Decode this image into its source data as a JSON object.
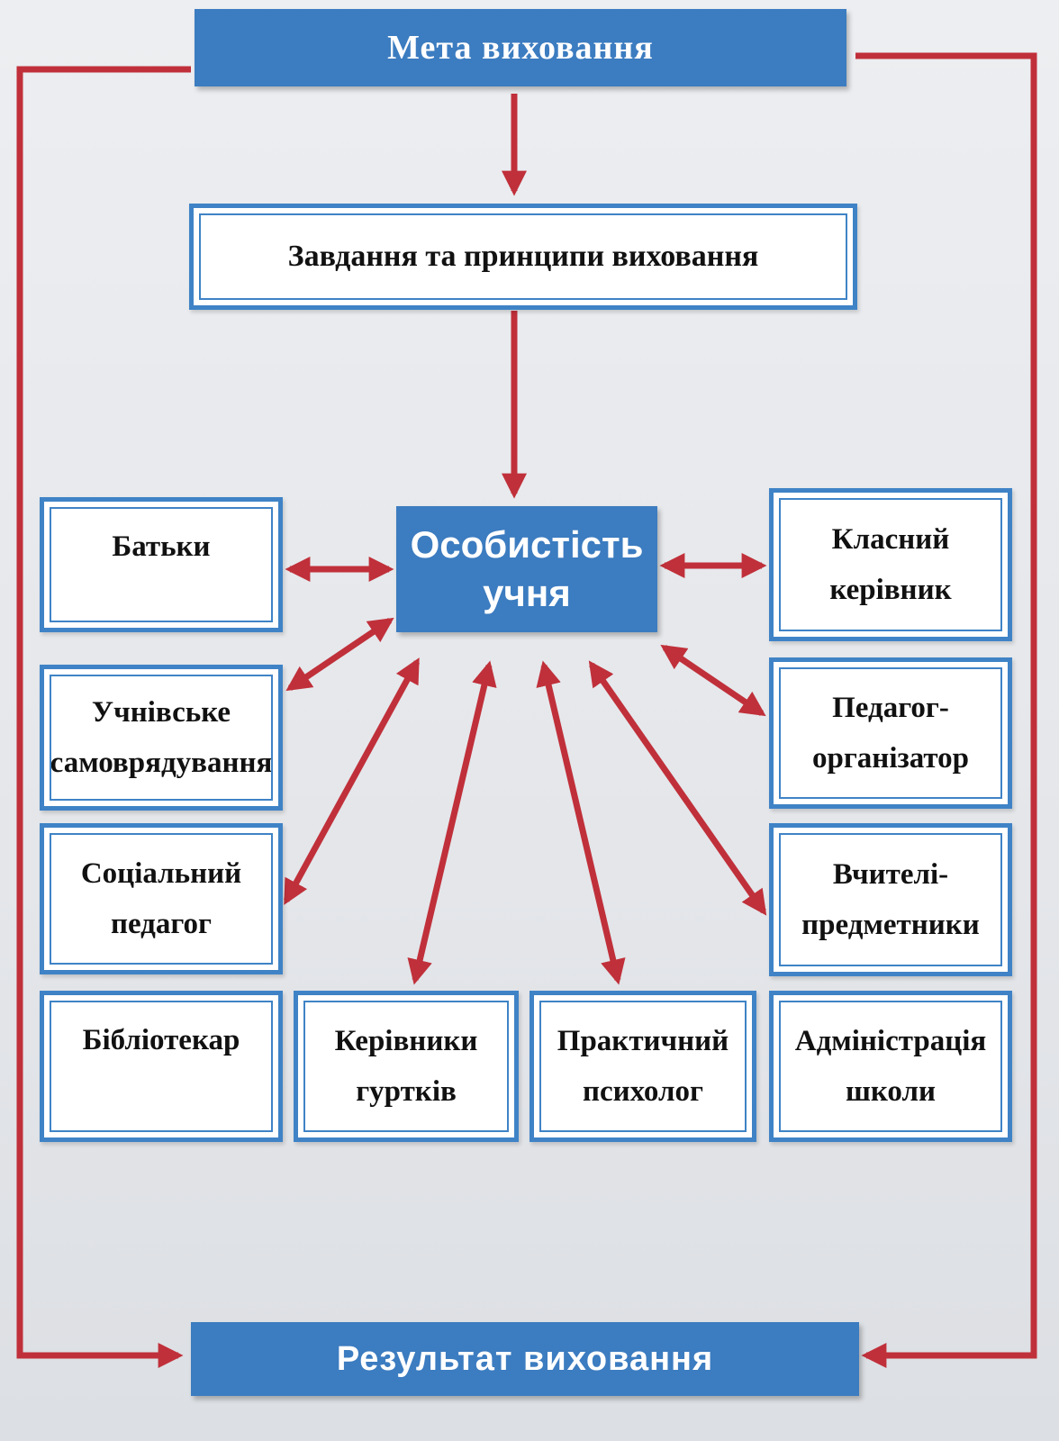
{
  "diagram": {
    "goal": "Мета виховання",
    "tasks": "Завдання та принципи виховання",
    "center": "Особистість\nучня",
    "result": "Результат виховання",
    "nodes": {
      "parents": "Батьки",
      "self_government": "Учнівське\nсамоврядування",
      "social_pedagogue": "Соціальний\nпедагог",
      "librarian": "Бібліотекар",
      "club_leaders": "Керівники\nгуртків",
      "psychologist": "Практичний\nпсихолог",
      "administration": "Адміністрація\nшколи",
      "subject_teachers": "Вчителі-\nпредметники",
      "organizer": "Педагог-\nорганізатор",
      "class_teacher": "Класний\nкерівник"
    }
  },
  "colors": {
    "box_blue": "#3c7cc0",
    "border_blue": "#3f83c6",
    "arrow_red": "#c0303a"
  }
}
